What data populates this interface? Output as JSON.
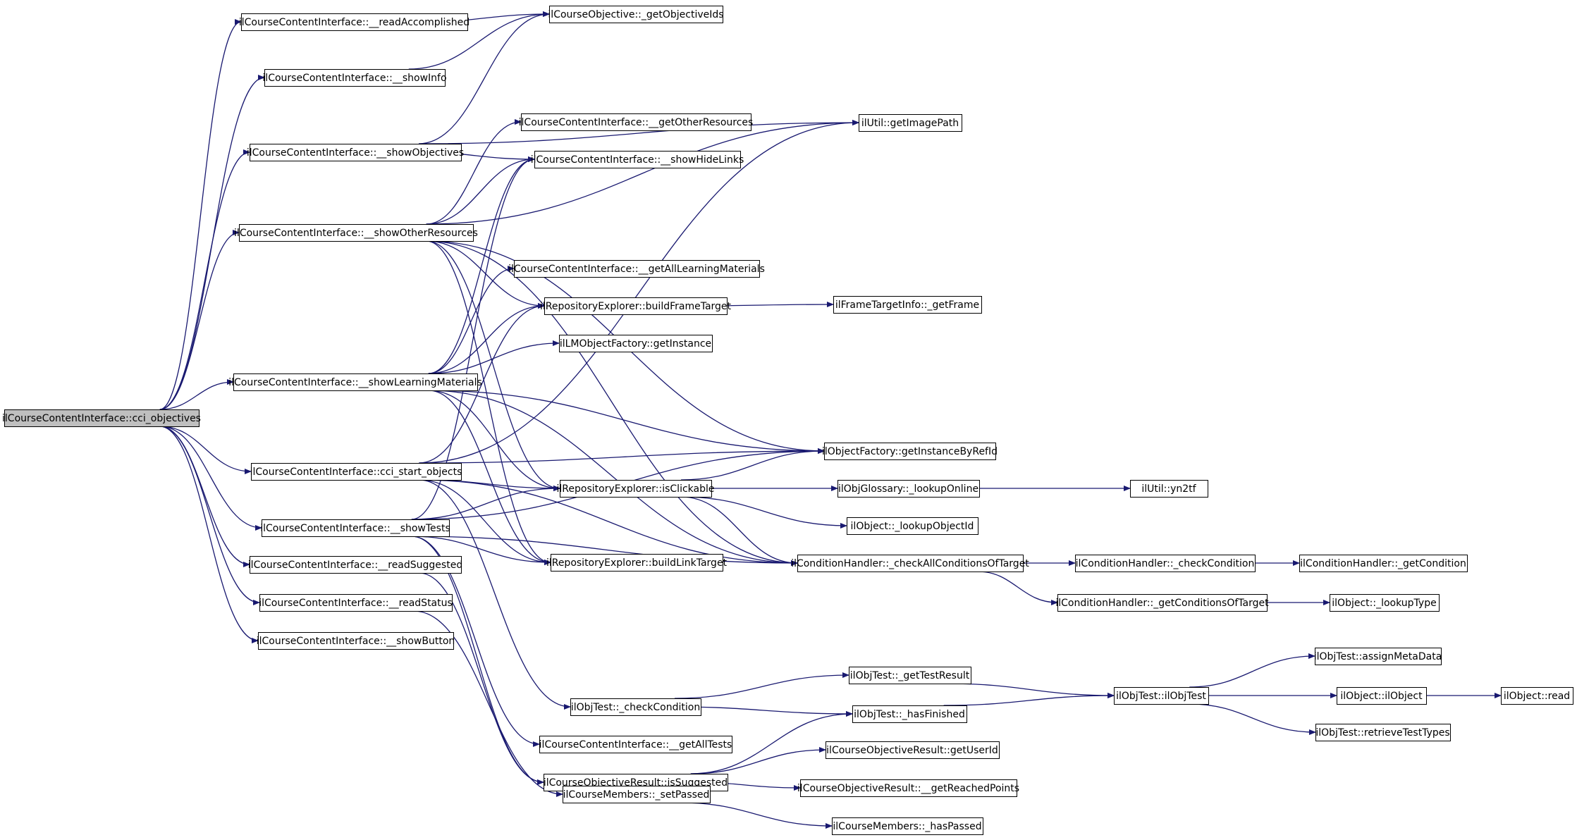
{
  "colors": {
    "edge": "#191970",
    "root_fill": "#bfbfbf",
    "node_fill": "#ffffff",
    "node_stroke": "#000000"
  },
  "nodes": [
    {
      "id": "cci_objectives",
      "label": "ilCourseContentInterface::cci_objectives",
      "root": true
    },
    {
      "id": "readAccomplished",
      "label": "ilCourseContentInterface::__readAccomplished"
    },
    {
      "id": "showInfo",
      "label": "ilCourseContentInterface::__showInfo"
    },
    {
      "id": "showObjectives",
      "label": "ilCourseContentInterface::__showObjectives"
    },
    {
      "id": "showOtherResources",
      "label": "ilCourseContentInterface::__showOtherResources"
    },
    {
      "id": "showLearningMaterials",
      "label": "ilCourseContentInterface::__showLearningMaterials"
    },
    {
      "id": "cci_start_objects",
      "label": "ilCourseContentInterface::cci_start_objects"
    },
    {
      "id": "showTests",
      "label": "ilCourseContentInterface::__showTests"
    },
    {
      "id": "readSuggested",
      "label": "ilCourseContentInterface::__readSuggested"
    },
    {
      "id": "readStatus",
      "label": "ilCourseContentInterface::__readStatus"
    },
    {
      "id": "showButton",
      "label": "ilCourseContentInterface::__showButton"
    },
    {
      "id": "getObjectiveIds",
      "label": "ilCourseObjective::_getObjectiveIds"
    },
    {
      "id": "getOtherResources",
      "label": "ilCourseContentInterface::__getOtherResources"
    },
    {
      "id": "showHideLinks",
      "label": "ilCourseContentInterface::__showHideLinks"
    },
    {
      "id": "getAllLearningMaterials",
      "label": "ilCourseContentInterface::__getAllLearningMaterials"
    },
    {
      "id": "buildFrameTarget",
      "label": "ilRepositoryExplorer::buildFrameTarget"
    },
    {
      "id": "lmGetInstance",
      "label": "ilLMObjectFactory::getInstance"
    },
    {
      "id": "isClickable",
      "label": "ilRepositoryExplorer::isClickable"
    },
    {
      "id": "buildLinkTarget",
      "label": "ilRepositoryExplorer::buildLinkTarget"
    },
    {
      "id": "objTestCheckCondition",
      "label": "ilObjTest::_checkCondition"
    },
    {
      "id": "getAllTests",
      "label": "ilCourseContentInterface::__getAllTests"
    },
    {
      "id": "isSuggested",
      "label": "ilCourseObjectiveResult::isSuggested"
    },
    {
      "id": "setPassed",
      "label": "ilCourseMembers::_setPassed"
    },
    {
      "id": "getImagePath",
      "label": "ilUtil::getImagePath"
    },
    {
      "id": "getFrame",
      "label": "ilFrameTargetInfo::_getFrame"
    },
    {
      "id": "getInstanceByRefId",
      "label": "ilObjectFactory::getInstanceByRefId"
    },
    {
      "id": "lookupOnline",
      "label": "ilObjGlossary::_lookupOnline"
    },
    {
      "id": "lookupObjectId",
      "label": "ilObject::_lookupObjectId"
    },
    {
      "id": "checkAllConditions",
      "label": "ilConditionHandler::_checkAllConditionsOfTarget"
    },
    {
      "id": "getTestResult",
      "label": "ilObjTest::_getTestResult"
    },
    {
      "id": "hasFinished",
      "label": "ilObjTest::_hasFinished"
    },
    {
      "id": "getUserId",
      "label": "ilCourseObjectiveResult::getUserId"
    },
    {
      "id": "getReachedPoints",
      "label": "ilCourseObjectiveResult::__getReachedPoints"
    },
    {
      "id": "hasPassed",
      "label": "ilCourseMembers::_hasPassed"
    },
    {
      "id": "yn2tf",
      "label": "ilUtil::yn2tf"
    },
    {
      "id": "condCheckCondition",
      "label": "ilConditionHandler::_checkCondition"
    },
    {
      "id": "getConditionsOfTarget",
      "label": "ilConditionHandler::_getConditionsOfTarget"
    },
    {
      "id": "ilObjTestCtor",
      "label": "ilObjTest::ilObjTest"
    },
    {
      "id": "getCondition",
      "label": "ilConditionHandler::_getCondition"
    },
    {
      "id": "lookupType",
      "label": "ilObject::_lookupType"
    },
    {
      "id": "assignMetaData",
      "label": "ilObjTest::assignMetaData"
    },
    {
      "id": "ilObjectCtor",
      "label": "ilObject::ilObject"
    },
    {
      "id": "retrieveTestTypes",
      "label": "ilObjTest::retrieveTestTypes"
    },
    {
      "id": "objectRead",
      "label": "ilObject::read"
    }
  ],
  "edges": [
    [
      "cci_objectives",
      "readAccomplished"
    ],
    [
      "cci_objectives",
      "showInfo"
    ],
    [
      "cci_objectives",
      "showObjectives"
    ],
    [
      "cci_objectives",
      "showOtherResources"
    ],
    [
      "cci_objectives",
      "showLearningMaterials"
    ],
    [
      "cci_objectives",
      "cci_start_objects"
    ],
    [
      "cci_objectives",
      "showTests"
    ],
    [
      "cci_objectives",
      "readSuggested"
    ],
    [
      "cci_objectives",
      "readStatus"
    ],
    [
      "cci_objectives",
      "showButton"
    ],
    [
      "readAccomplished",
      "getObjectiveIds"
    ],
    [
      "showInfo",
      "getObjectiveIds"
    ],
    [
      "showObjectives",
      "getObjectiveIds"
    ],
    [
      "showObjectives",
      "showHideLinks"
    ],
    [
      "showObjectives",
      "getImagePath"
    ],
    [
      "showOtherResources",
      "getOtherResources"
    ],
    [
      "showOtherResources",
      "showHideLinks"
    ],
    [
      "showOtherResources",
      "getImagePath"
    ],
    [
      "showOtherResources",
      "buildFrameTarget"
    ],
    [
      "showOtherResources",
      "isClickable"
    ],
    [
      "showOtherResources",
      "buildLinkTarget"
    ],
    [
      "showOtherResources",
      "getInstanceByRefId"
    ],
    [
      "showOtherResources",
      "checkAllConditions"
    ],
    [
      "showLearningMaterials",
      "getAllLearningMaterials"
    ],
    [
      "showLearningMaterials",
      "buildFrameTarget"
    ],
    [
      "showLearningMaterials",
      "lmGetInstance"
    ],
    [
      "showLearningMaterials",
      "showHideLinks"
    ],
    [
      "showLearningMaterials",
      "isClickable"
    ],
    [
      "showLearningMaterials",
      "buildLinkTarget"
    ],
    [
      "showLearningMaterials",
      "getInstanceByRefId"
    ],
    [
      "showLearningMaterials",
      "checkAllConditions"
    ],
    [
      "cci_start_objects",
      "getImagePath"
    ],
    [
      "cci_start_objects",
      "getInstanceByRefId"
    ],
    [
      "cci_start_objects",
      "isClickable"
    ],
    [
      "cci_start_objects",
      "buildFrameTarget"
    ],
    [
      "cci_start_objects",
      "buildLinkTarget"
    ],
    [
      "cci_start_objects",
      "checkAllConditions"
    ],
    [
      "cci_start_objects",
      "objTestCheckCondition"
    ],
    [
      "showTests",
      "isClickable"
    ],
    [
      "showTests",
      "buildLinkTarget"
    ],
    [
      "showTests",
      "showHideLinks"
    ],
    [
      "showTests",
      "checkAllConditions"
    ],
    [
      "showTests",
      "getAllTests"
    ],
    [
      "showTests",
      "isSuggested"
    ],
    [
      "showTests",
      "getInstanceByRefId"
    ],
    [
      "readSuggested",
      "isSuggested"
    ],
    [
      "readStatus",
      "setPassed"
    ],
    [
      "buildFrameTarget",
      "getFrame"
    ],
    [
      "isClickable",
      "getInstanceByRefId"
    ],
    [
      "isClickable",
      "lookupOnline"
    ],
    [
      "isClickable",
      "lookupObjectId"
    ],
    [
      "isClickable",
      "checkAllConditions"
    ],
    [
      "objTestCheckCondition",
      "getTestResult"
    ],
    [
      "objTestCheckCondition",
      "hasFinished"
    ],
    [
      "isSuggested",
      "hasFinished"
    ],
    [
      "isSuggested",
      "getUserId"
    ],
    [
      "isSuggested",
      "getReachedPoints"
    ],
    [
      "setPassed",
      "hasPassed"
    ],
    [
      "lookupOnline",
      "yn2tf"
    ],
    [
      "checkAllConditions",
      "condCheckCondition"
    ],
    [
      "checkAllConditions",
      "getConditionsOfTarget"
    ],
    [
      "condCheckCondition",
      "getCondition"
    ],
    [
      "getConditionsOfTarget",
      "lookupType"
    ],
    [
      "getTestResult",
      "ilObjTestCtor"
    ],
    [
      "hasFinished",
      "ilObjTestCtor"
    ],
    [
      "ilObjTestCtor",
      "assignMetaData"
    ],
    [
      "ilObjTestCtor",
      "ilObjectCtor"
    ],
    [
      "ilObjTestCtor",
      "retrieveTestTypes"
    ],
    [
      "ilObjectCtor",
      "objectRead"
    ]
  ]
}
